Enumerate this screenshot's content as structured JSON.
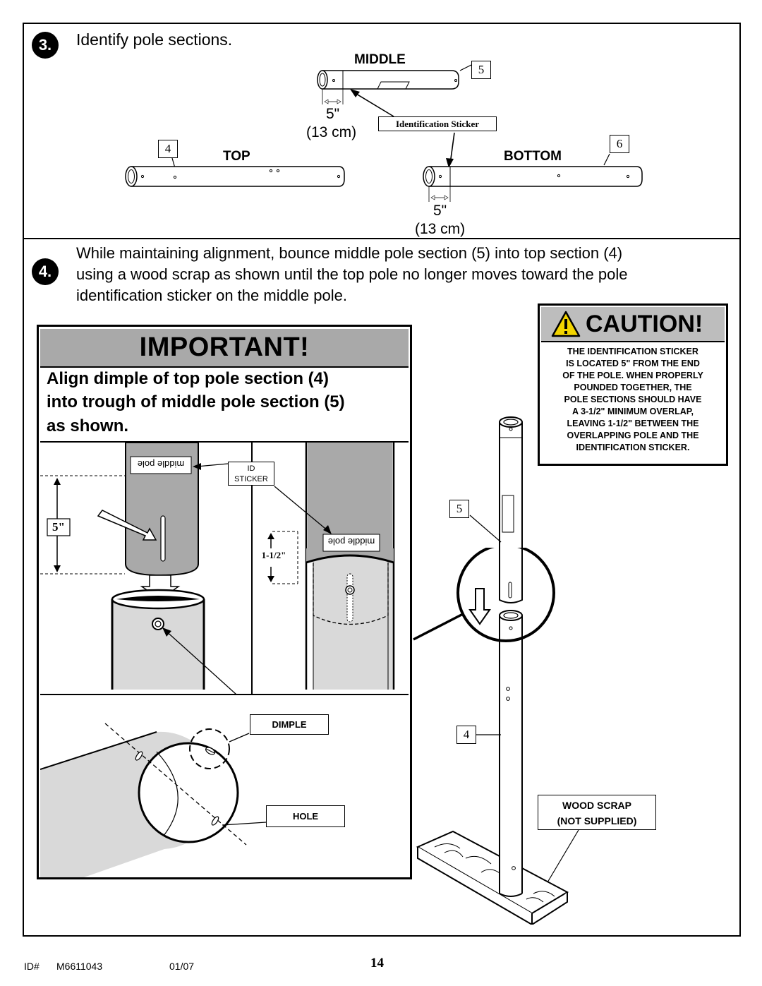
{
  "step3": {
    "number": "3.",
    "instruction": "Identify pole sections.",
    "middle_label": "MIDDLE",
    "middle_part": "5",
    "top_label": "TOP",
    "top_part": "4",
    "bottom_label": "BOTTOM",
    "bottom_part": "6",
    "sticker_label": "Identification Sticker",
    "dim_in": "5\"",
    "dim_cm": "(13 cm)"
  },
  "step4": {
    "number": "4.",
    "line1": "While maintaining alignment, bounce middle pole section (5) into top section (4)",
    "line2": "using a wood scrap as shown until the top pole no longer moves toward the pole",
    "line3": "identification sticker on the middle pole."
  },
  "important": {
    "title": "IMPORTANT!",
    "line1": "Align dimple of top pole section (4)",
    "line2": "into trough of middle pole section (5)",
    "line3": "as shown.",
    "sticker_text": "middle pole",
    "id_sticker_1": "ID",
    "id_sticker_2": "STICKER",
    "dim_5in": "5\"",
    "dim_overlap": "1-1/2\"",
    "dimple": "DIMPLE",
    "hole": "HOLE"
  },
  "caution": {
    "title": "CAUTION!",
    "lines": [
      "THE IDENTIFICATION STICKER",
      "IS LOCATED 5\" FROM THE END",
      "OF THE POLE. WHEN PROPERLY",
      "POUNDED TOGETHER, THE",
      "POLE SECTIONS SHOULD HAVE",
      "A 3-1/2\" MINIMUM OVERLAP,",
      "LEAVING 1-1/2\" BETWEEN THE",
      "OVERLAPPING POLE AND THE",
      "IDENTIFICATION STICKER."
    ]
  },
  "assembly": {
    "part_5": "5",
    "part_4": "4",
    "wood_scrap_1": "WOOD SCRAP",
    "wood_scrap_2": "(NOT SUPPLIED)"
  },
  "footer": {
    "id_label": "ID#",
    "id_value": "M6611043",
    "date": "01/07",
    "page_number": "14"
  },
  "colors": {
    "pole_gray": "#a9a9a9",
    "light_gray": "#d9d9d9",
    "caution_bg": "#bdbdbd",
    "warning_yellow": "#f2d400"
  }
}
